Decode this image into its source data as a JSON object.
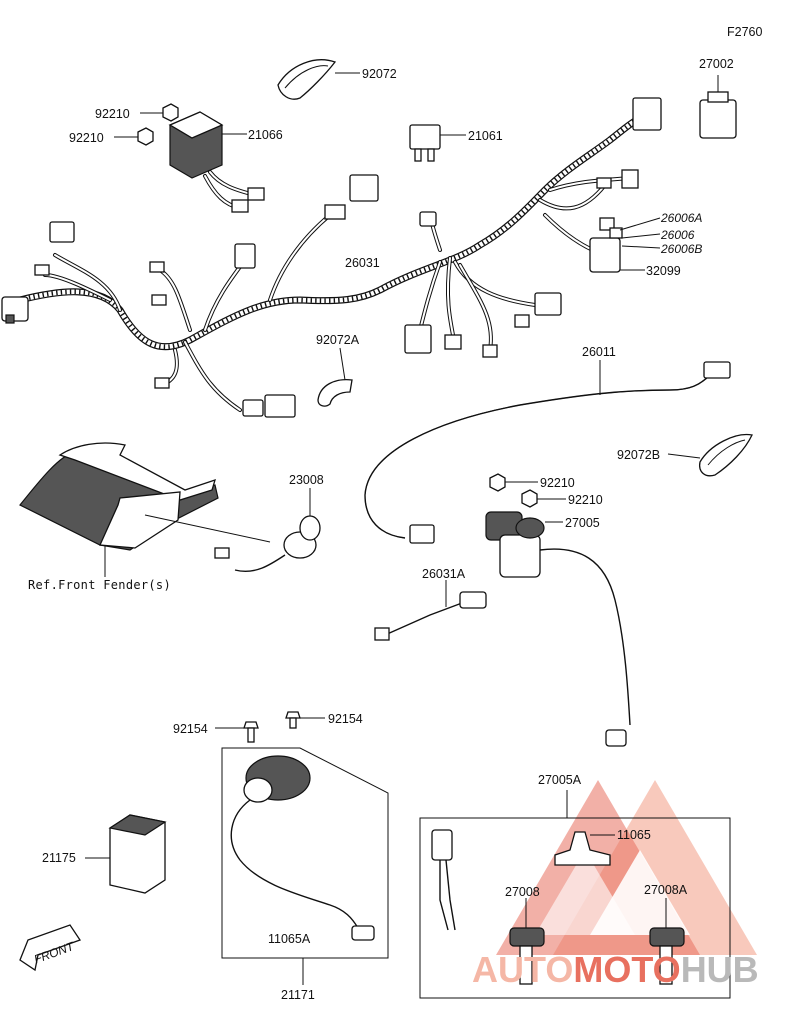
{
  "figure_code": "F2760",
  "reference_note": "Ref.Front Fender(s)",
  "front_marker": "FRONT",
  "watermark": {
    "part1": "AUTO",
    "part2": "MOTO",
    "part3": "HUB",
    "color_light": "#f5b7a6",
    "color_red": "#e8705f",
    "color_gray": "#b9b9b9"
  },
  "parts": {
    "p92072": "92072",
    "p27002": "27002",
    "p92210_a": "92210",
    "p92210_b": "92210",
    "p21066": "21066",
    "p21061": "21061",
    "p26006a": "26006A",
    "p26006": "26006",
    "p26006b": "26006B",
    "p32099": "32099",
    "p26031": "26031",
    "p92072a": "92072A",
    "p26011": "26011",
    "p92072b": "92072B",
    "p23008": "23008",
    "p92210_c": "92210",
    "p92210_d": "92210",
    "p27005": "27005",
    "p26031a": "26031A",
    "p92154_a": "92154",
    "p92154_b": "92154",
    "p27005a": "27005A",
    "p11065": "11065",
    "p27008": "27008",
    "p27008a": "27008A",
    "p21175": "21175",
    "p11065a": "11065A",
    "p21171": "21171"
  }
}
